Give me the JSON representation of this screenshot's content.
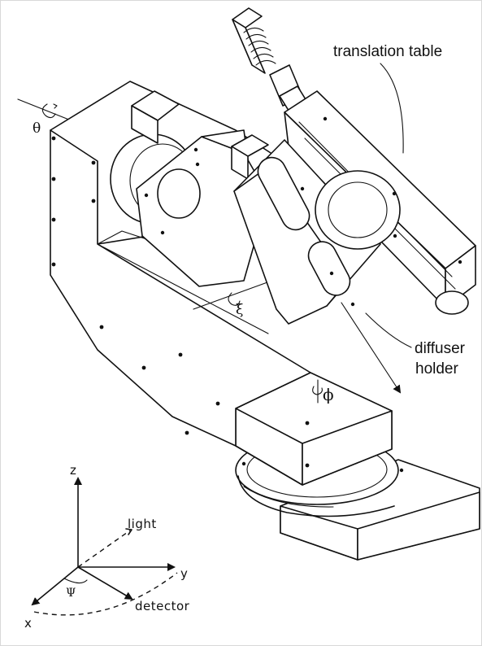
{
  "labels": {
    "translation_table": "translation table",
    "diffuser_line1": "diffuser",
    "diffuser_line2": "holder",
    "theta": "θ",
    "xi": "ξ",
    "phi": "ϕ",
    "axis_z": "z",
    "axis_y": "y",
    "axis_x": "x",
    "psi": "Ψ",
    "light": "light",
    "detector": "detector"
  }
}
